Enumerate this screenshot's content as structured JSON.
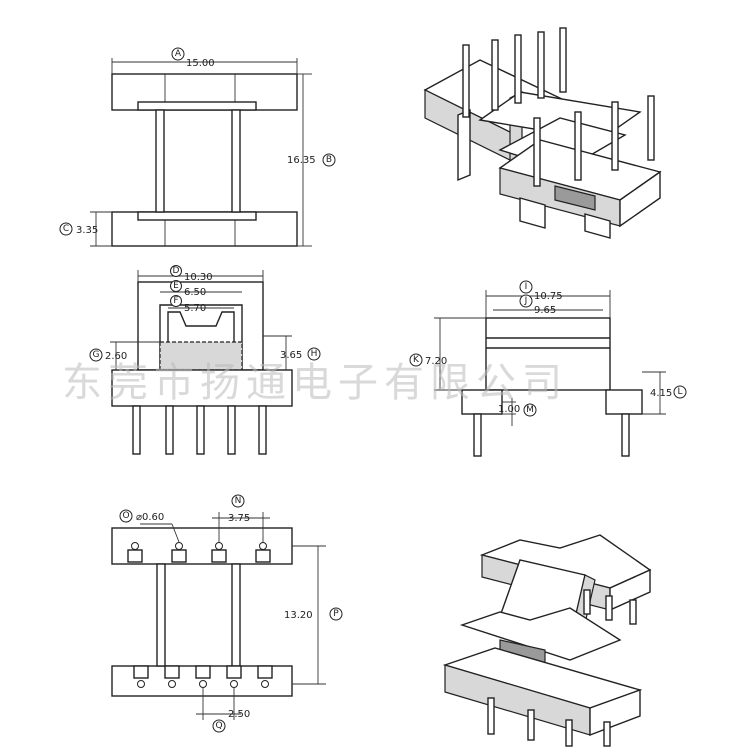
{
  "dimensions": {
    "A": {
      "letter": "A",
      "value": "15.00"
    },
    "B": {
      "letter": "B",
      "value": "16.35"
    },
    "C": {
      "letter": "C",
      "value": "3.35"
    },
    "D": {
      "letter": "D",
      "value": "10.30"
    },
    "E": {
      "letter": "E",
      "value": "6.50"
    },
    "F": {
      "letter": "F",
      "value": "5.70"
    },
    "G": {
      "letter": "G",
      "value": "2.60"
    },
    "H": {
      "letter": "H",
      "value": "3.65"
    },
    "I": {
      "letter": "I",
      "value": "10.75"
    },
    "J": {
      "letter": "J",
      "value": "9.65"
    },
    "K": {
      "letter": "K",
      "value": "7.20"
    },
    "L": {
      "letter": "L",
      "value": "4.15"
    },
    "M": {
      "letter": "M",
      "value": "1.00"
    },
    "N": {
      "letter": "N",
      "value": "3.75"
    },
    "O": {
      "letter": "O",
      "value": "⌀0.60"
    },
    "P": {
      "letter": "P",
      "value": "13.20"
    },
    "Q": {
      "letter": "Q",
      "value": "2.50"
    }
  },
  "watermark": "东莞市扬通电子有限公司",
  "colors": {
    "line": "#222222",
    "background": "#ffffff",
    "watermark": "#b9b9b9"
  }
}
